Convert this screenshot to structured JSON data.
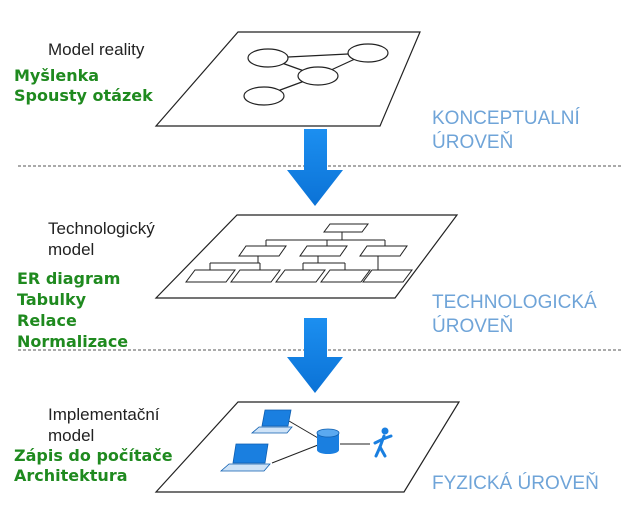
{
  "layers": [
    {
      "model_label": "Model reality",
      "notes": [
        "Myšlenka",
        "Spousty otázek"
      ],
      "level_label": "KONCEPTUALNÍ\nÚROVEŇ"
    },
    {
      "model_label": "Technologický\nmodel",
      "notes": [
        "ER diagram",
        "Tabulky",
        "Relace",
        "Normalizace"
      ],
      "level_label": "TECHNOLOGICKÁ\nÚROVEŇ"
    },
    {
      "model_label": "Implementační\nmodel",
      "notes": [
        "Zápis do počítače",
        "Architektura"
      ],
      "level_label": "FYZICKÁ ÚROVEŇ"
    }
  ],
  "colors": {
    "arrow": "#1283e6",
    "level_text": "#6fa4d8",
    "notes_text": "#1f8a1f",
    "computer": "#1a7fe0",
    "divider": "#555555"
  },
  "icons": [
    "laptop-icon",
    "database-icon",
    "person-icon"
  ]
}
